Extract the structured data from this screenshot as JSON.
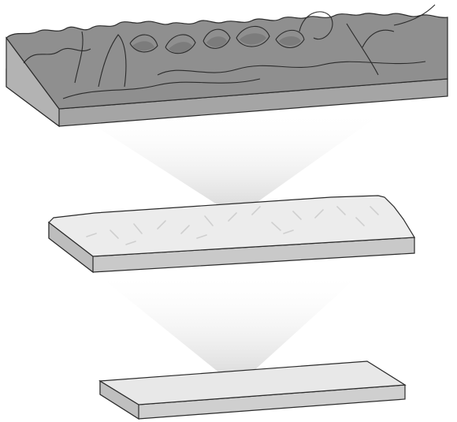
{
  "diagram": {
    "description_visible_text": "",
    "layers": [
      {
        "id": "rough-layer",
        "shade": "#8f8f8f"
      },
      {
        "id": "scratched-layer",
        "shade": "#e9e9e9"
      },
      {
        "id": "smooth-layer",
        "shade": "#e6e6e6"
      }
    ],
    "colors": {
      "outline": "#2b2b2b",
      "rough_top": "#8e8e8e",
      "rough_side": "#a9a9a9",
      "rough_front": "#9b9b9b",
      "mid_top": "#ececec",
      "mid_front": "#c9c9c9",
      "mid_side": "#bdbdbd",
      "bottom_top": "#e8e8e8",
      "bottom_front": "#cfcfcf",
      "bottom_side": "#bfbfbf",
      "beam": "#d9d9d9"
    }
  }
}
